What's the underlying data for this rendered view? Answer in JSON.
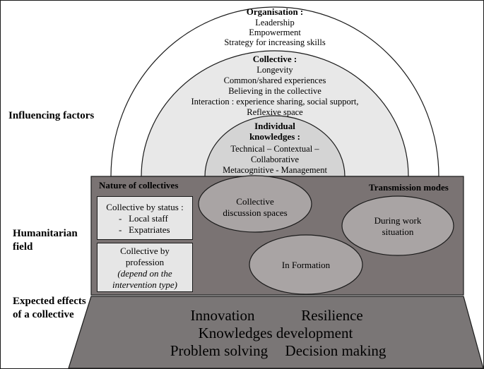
{
  "side_labels": {
    "influencing": "Influencing factors",
    "humanitarian": [
      "Humanitarian",
      "field"
    ],
    "expected": [
      "Expected effects",
      "of a collective"
    ]
  },
  "organisation": {
    "title": "Organisation :",
    "items": [
      "Leadership",
      "Empowerment",
      "Strategy for increasing skills"
    ]
  },
  "collective": {
    "title": "Collective :",
    "items": [
      "Longevity",
      "Common/shared experiences",
      "Believing in the collective",
      "Interaction : experience sharing, social support,",
      "Reflexive space"
    ]
  },
  "individual": {
    "title": [
      "Individual",
      "knowledges :"
    ],
    "items": [
      "Technical – Contextual –",
      "Collaborative",
      "Metacognitive - Management"
    ]
  },
  "nature": {
    "title": "Nature of collectives",
    "status_box": {
      "title": "Collective by status :",
      "items": [
        "Local staff",
        "Expatriates"
      ],
      "bullet": "-"
    },
    "profession_box": {
      "title": [
        "Collective by",
        "profession"
      ],
      "note": [
        "(depend on the",
        "intervention type)"
      ]
    }
  },
  "transmission": {
    "title": "Transmission modes",
    "modes": {
      "discussion": [
        "Collective",
        "discussion spaces"
      ],
      "work": [
        "During work",
        "situation"
      ],
      "formation": [
        "In Formation"
      ]
    }
  },
  "effects": {
    "row1": [
      "Innovation",
      "Resilience"
    ],
    "row2": "Knowledges development",
    "row3": [
      "Problem solving",
      "Decision making"
    ]
  },
  "colors": {
    "outer_arch": "#ffffff",
    "middle_arch": "#e8e8e8",
    "inner_arch": "#d4d4d4",
    "field_panel": "#7a7373",
    "ellipse": "#a9a4a4",
    "trapezoid": "#7a7676",
    "box": "#e6e6e6",
    "stroke": "#1a1a1a"
  }
}
